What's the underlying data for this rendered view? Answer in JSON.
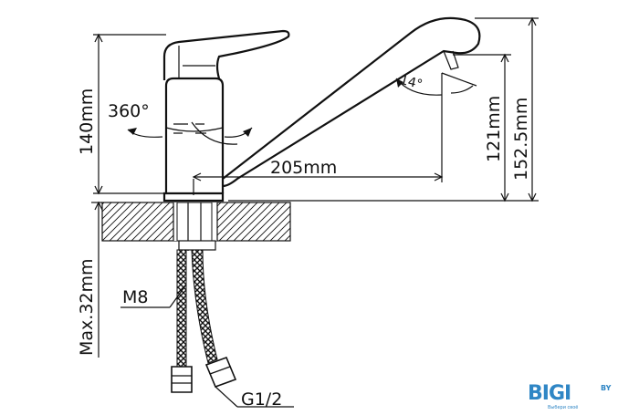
{
  "labels": {
    "height_140": "140mm",
    "rotation": "360°",
    "reach": "205mm",
    "angle": "14°",
    "height_121": "121mm",
    "height_152": "152.5mm",
    "max_thickness": "Max.32mm",
    "thread_m8": "M8",
    "thread_g12": "G1/2"
  },
  "logo": {
    "text": "BIGI",
    "suffix": "BY",
    "tagline": "Выбери своё",
    "colors": {
      "primary": "#2f86c5",
      "accent": "#9bc43a"
    }
  }
}
